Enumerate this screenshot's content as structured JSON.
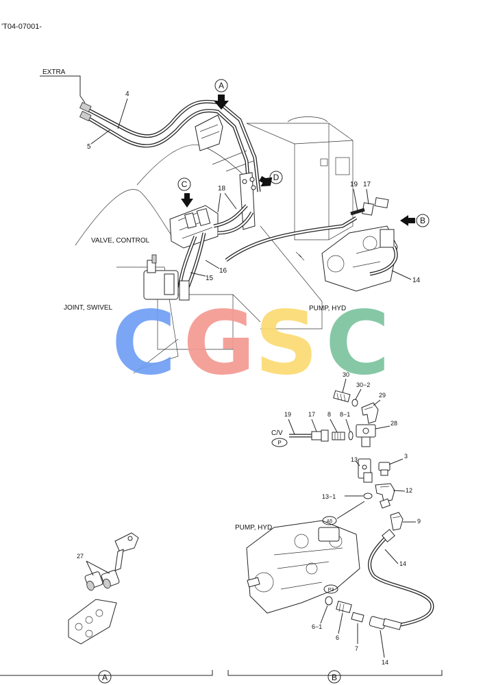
{
  "header": {
    "doc_code": "'T04-07001-"
  },
  "labels": {
    "extra": "EXTRA",
    "valve_control": "VALVE, CONTROL",
    "joint_swivel": "JOINT, SWIVEL",
    "pump_hyd_top": "PUMP, HYD",
    "pump_hyd_detail": "PUMP, HYD",
    "cv": "C/V"
  },
  "callouts": {
    "A": "A",
    "B": "B",
    "C": "C",
    "D": "D",
    "P": "P",
    "A5": "A5",
    "P3": "P3"
  },
  "parts": {
    "p4": "4",
    "p5": "5",
    "p18": "18",
    "p19": "19",
    "p17": "17",
    "p16": "16",
    "p15": "15",
    "p14": "14",
    "d30": "30",
    "d30_2": "30−2",
    "d29": "29",
    "d19": "19",
    "d17": "17",
    "d8": "8",
    "d8_1": "8−1",
    "d28": "28",
    "d13": "13",
    "d3": "3",
    "d12": "12",
    "d13_1": "13−1",
    "d9": "9",
    "d14a": "14",
    "d6_1": "6−1",
    "d6": "6",
    "d7": "7",
    "d14b": "14",
    "d27": "27"
  },
  "section_labels": {
    "a": "A",
    "b": "B"
  },
  "watermark": {
    "letters": [
      "C",
      "G",
      "S",
      "C"
    ],
    "colors": [
      "#6f9ff5",
      "#f49a92",
      "#fbdb72",
      "#7cc49e"
    ]
  }
}
